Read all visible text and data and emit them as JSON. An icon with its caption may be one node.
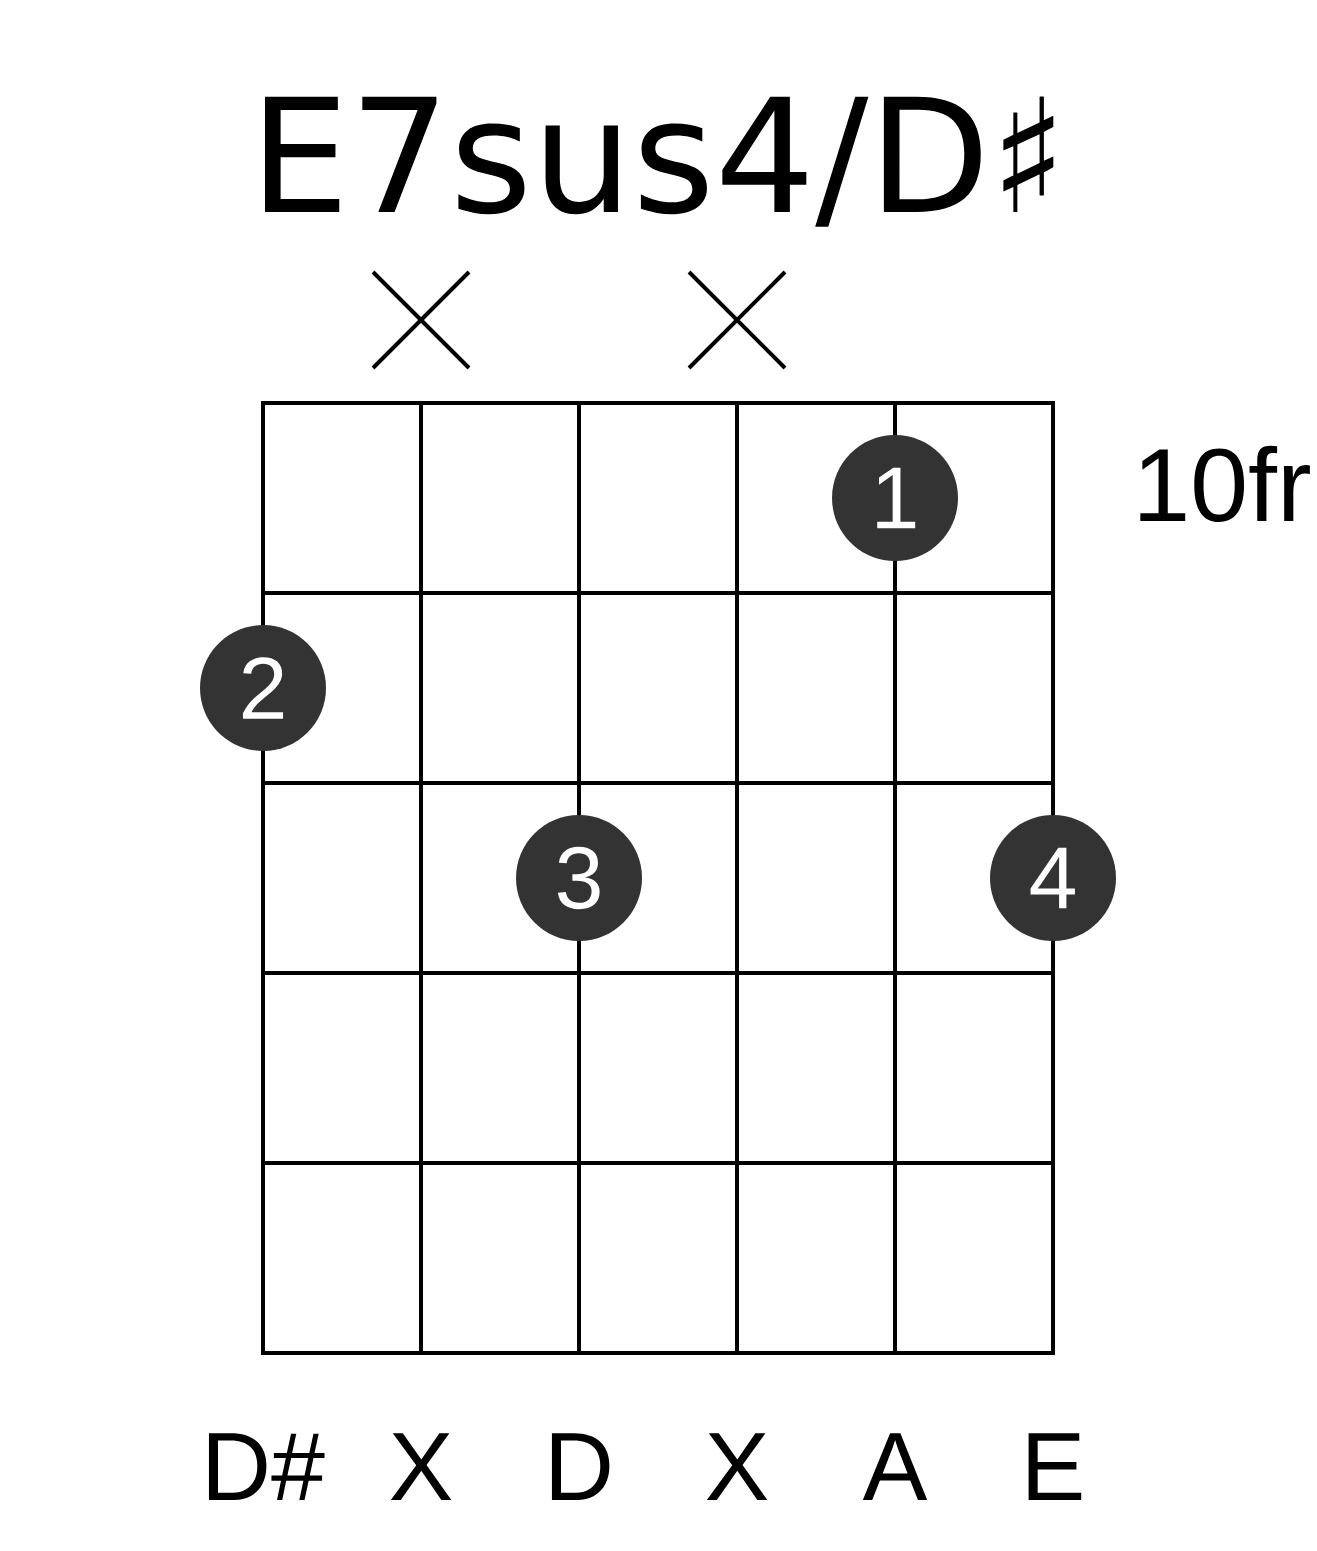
{
  "diagram": {
    "title": "E7sus4/D♯",
    "nodes": [
      {
        "text": [
          "1"
        ]
      },
      {
        "text": [
          "2"
        ]
      },
      {
        "text": [
          "3"
        ]
      },
      {
        "text": [
          "4"
        ]
      }
    ],
    "labels": [
      "10fr",
      "D#",
      "X",
      "D",
      "X",
      "A",
      "E"
    ]
  }
}
